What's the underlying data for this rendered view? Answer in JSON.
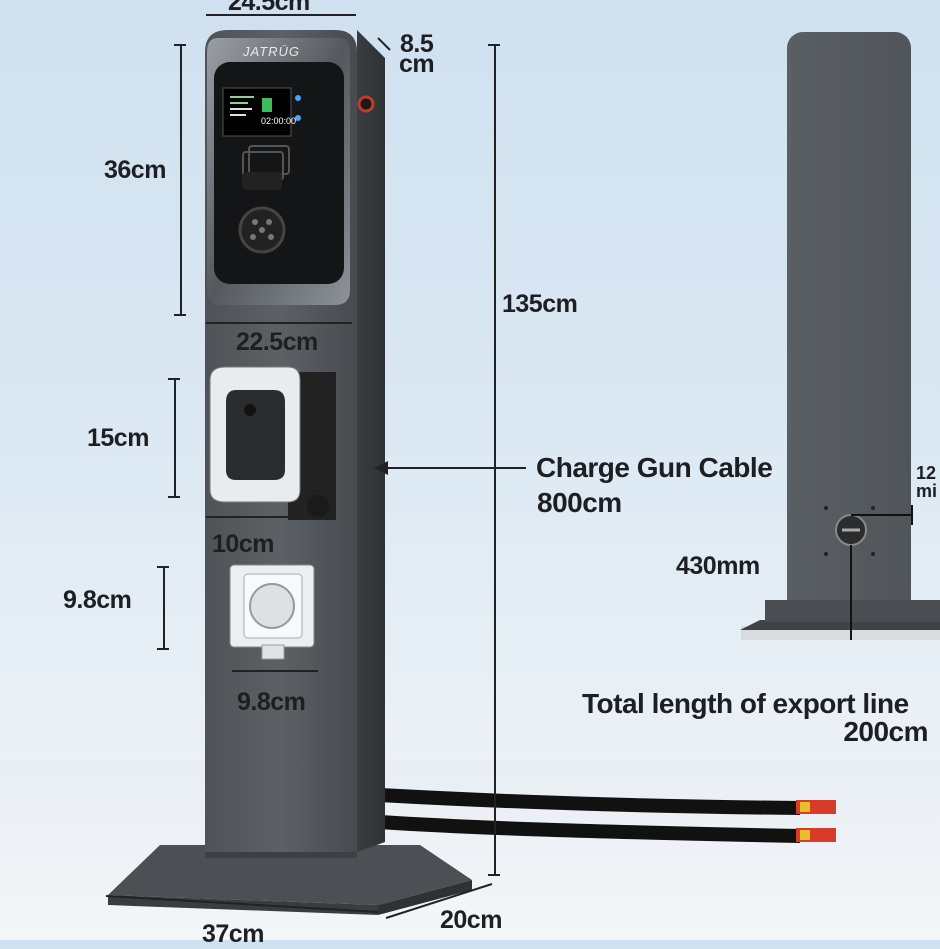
{
  "brand": "JATRÜG",
  "screen": {
    "timer": "02:00:00"
  },
  "dimensions": {
    "top_width": "24.5cm",
    "depth_top_value": "8.5",
    "depth_top_unit": "cm",
    "charger_height": "36cm",
    "charger_width": "22.5cm",
    "total_height": "135cm",
    "holster_height": "15cm",
    "holster_width": "10cm",
    "socket_height": "9.8cm",
    "socket_width": "9.8cm",
    "base_width": "37cm",
    "base_depth": "20cm",
    "side_height": "430mm",
    "side_offset_cut": "12\nmi"
  },
  "annotations": {
    "cable_label": "Charge Gun Cable",
    "cable_length": "800cm",
    "export_label": "Total length of export line",
    "export_length": "200cm"
  }
}
